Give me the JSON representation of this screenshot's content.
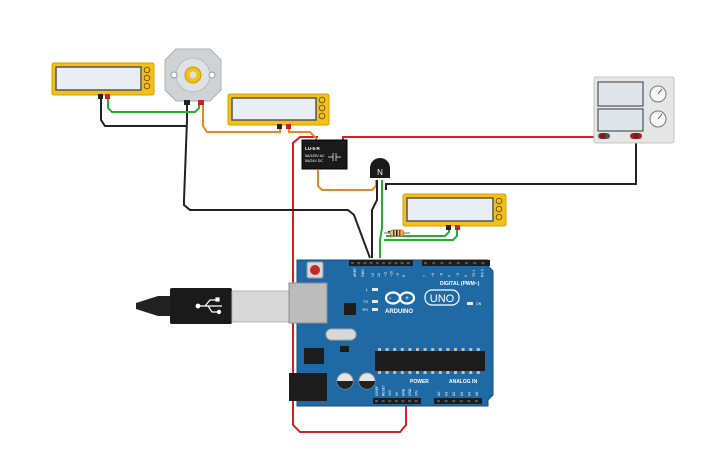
{
  "colors": {
    "wire_red": "#d32222",
    "wire_black": "#222222",
    "wire_green": "#23b02b",
    "wire_orange": "#e68a1f",
    "multimeter_body": "#f3c01a",
    "multimeter_screen": "#e8eef3",
    "arduino_board": "#1f6aa5",
    "power_supply": "#e6e6e6"
  },
  "relay": {
    "model": "LU-5-R",
    "rating_line1": "5A/125V AC",
    "rating_line2": "5A/24V DC"
  },
  "transistor": {
    "label": "N"
  },
  "arduino": {
    "brand": "ARDUINO",
    "model": "UNO",
    "digital_header": "DIGITAL (PWM~)",
    "analog_header": "ANALOG IN",
    "power_header": "POWER",
    "led_labels": [
      "L",
      "TX",
      "RX"
    ],
    "on_label": "ON",
    "aref_label": "AREF",
    "gnd_label": "GND",
    "digital_pins": [
      "13",
      "12",
      "~11",
      "~10",
      "~9",
      "8",
      "7",
      "~6",
      "~5",
      "4",
      "~3",
      "2",
      "TX 1",
      "RX 0"
    ],
    "power_pins": [
      "IOREF",
      "RESET",
      "3V3",
      "5V",
      "GND",
      "GND",
      "VIN"
    ],
    "analog_pins": [
      "A0",
      "A1",
      "A2",
      "A3",
      "A4",
      "A5"
    ]
  },
  "multimeters": [
    {
      "id": "mm1",
      "value": ""
    },
    {
      "id": "mm2",
      "value": ""
    },
    {
      "id": "mm3",
      "value": ""
    }
  ],
  "power_supply": {
    "display_top": "",
    "display_bottom": ""
  }
}
